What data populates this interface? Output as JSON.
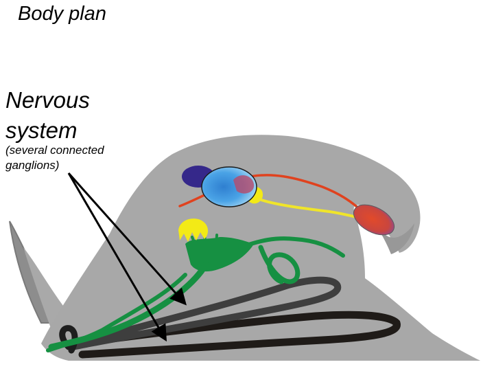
{
  "title": "Body plan",
  "heading": {
    "line1": "Nervous",
    "line2": "system"
  },
  "note": {
    "line1": "(several connected",
    "line2": "ganglions)"
  },
  "colors": {
    "body": "#a8a8a8",
    "body_shade": "#8a8a8a",
    "nerve_green": "#169042",
    "ganglion_yellow": "#f5ee14",
    "shell_organ_purple": "#3a2a8a",
    "brain_blue": "#3a8fd6",
    "red_nerve": "#e0421e",
    "gonad_red": "#d84a3a",
    "gut_dark": "#2a2a2a",
    "gut_black": "#1e1e1e",
    "arrow": "#000000"
  },
  "icons": {
    "arrow": "pointer-arrow"
  }
}
